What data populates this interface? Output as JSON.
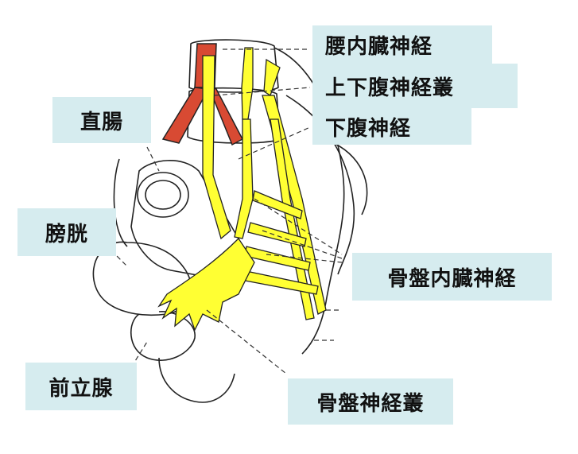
{
  "labels": {
    "rectum": "直腸",
    "bladder": "膀胱",
    "prostate": "前立腺",
    "lumbar_splanchnic": "腰内臓神経",
    "superior_hypogastric_plexus": "上下腹神経叢",
    "hypogastric_nerve": "下腹神経",
    "pelvic_splanchnic": "骨盤内臓神経",
    "pelvic_plexus": "骨盤神経叢"
  },
  "colors": {
    "label_bg": "#d6ecef",
    "nerve": "#ffff33",
    "artery": "#d84a33",
    "outline": "#222222"
  }
}
